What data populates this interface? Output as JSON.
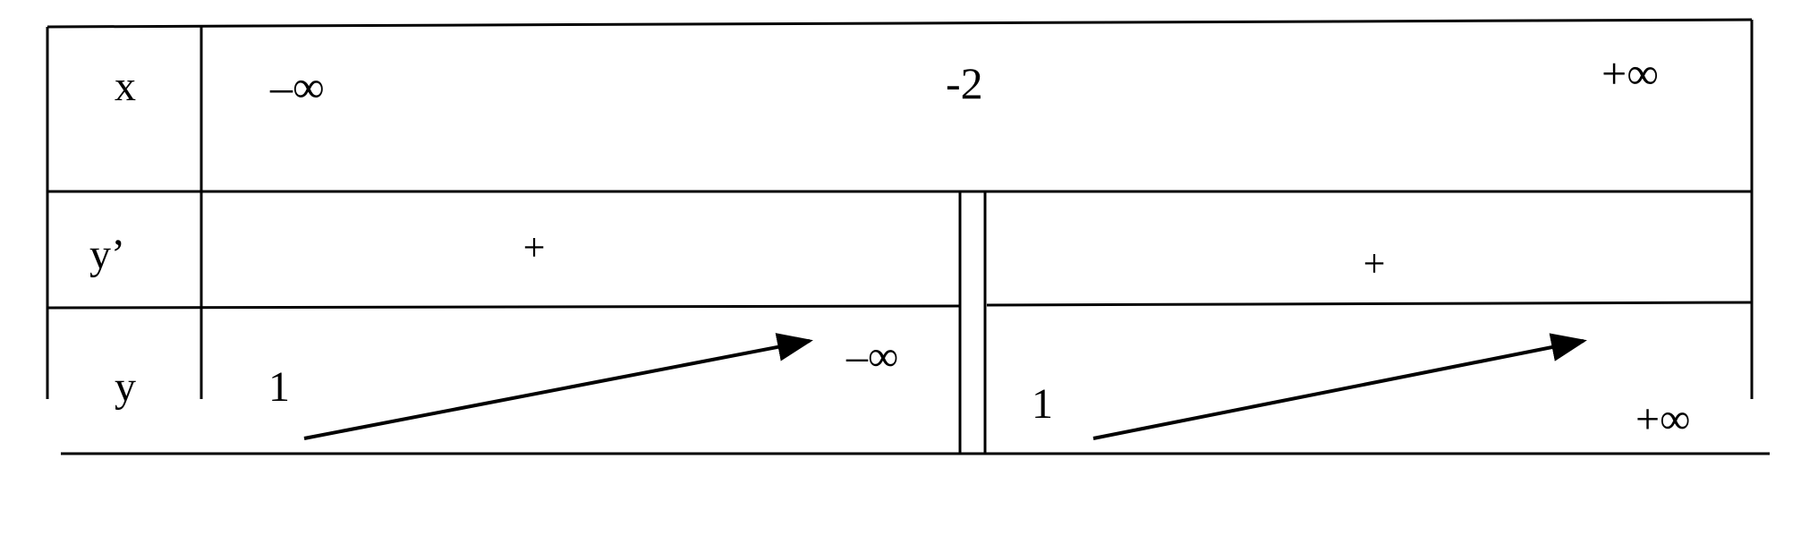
{
  "table": {
    "rows": {
      "x": {
        "label": "x",
        "values": [
          "–∞",
          "-2",
          "+∞"
        ]
      },
      "y_prime": {
        "label": "y’",
        "signs": [
          "+",
          "+"
        ]
      },
      "y": {
        "label": "y",
        "left_interval": {
          "start": "1",
          "end": "–∞"
        },
        "right_interval": {
          "start": "1",
          "end": "+∞"
        },
        "arrows": [
          "increasing",
          "increasing"
        ]
      }
    },
    "critical_point_marker": "double-bar",
    "color": "#000000"
  }
}
